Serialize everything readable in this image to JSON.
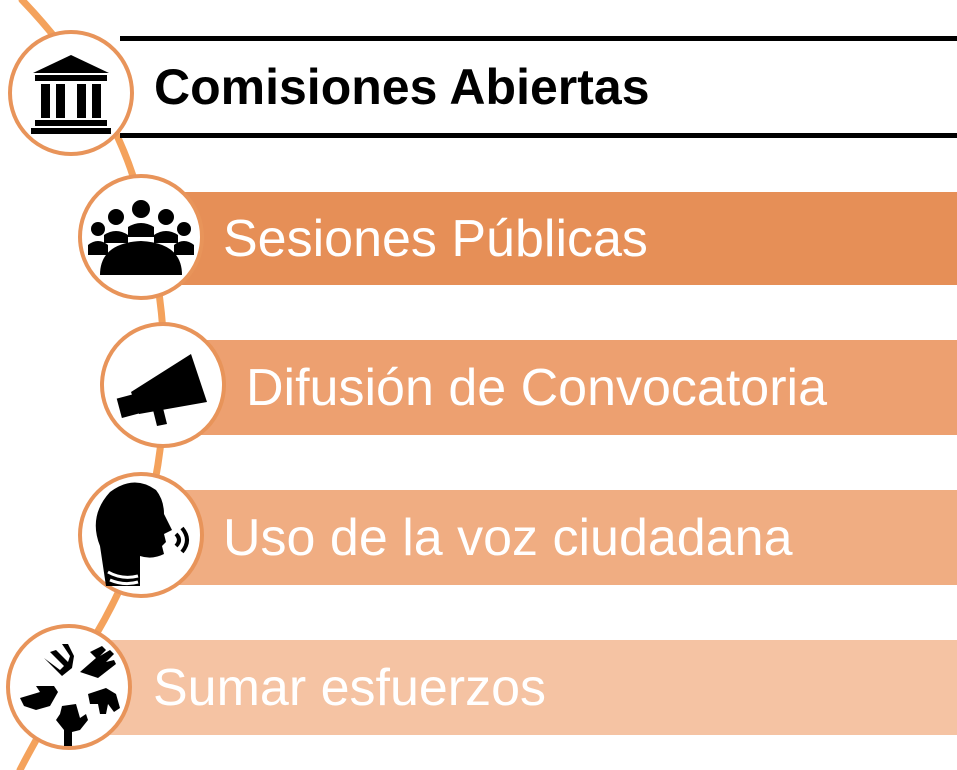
{
  "colors": {
    "line": "#f4a25c",
    "ring": "#e8945a",
    "bar1": "#e68f57",
    "bar2": "#eda070",
    "bar3": "#f0ad82",
    "bar4": "#f5c3a3",
    "text_dark": "#000000",
    "text_light": "#ffffff"
  },
  "title": {
    "text": "Comisiones Abiertas",
    "icon": "government-building-icon"
  },
  "items": [
    {
      "label": "Sesiones Públicas",
      "icon": "meeting-people-icon"
    },
    {
      "label": "Difusión de Convocatoria",
      "icon": "megaphone-icon"
    },
    {
      "label": "Uso de la voz ciudadana",
      "icon": "speaking-head-icon"
    },
    {
      "label": "Sumar esfuerzos",
      "icon": "joined-hands-icon"
    }
  ]
}
